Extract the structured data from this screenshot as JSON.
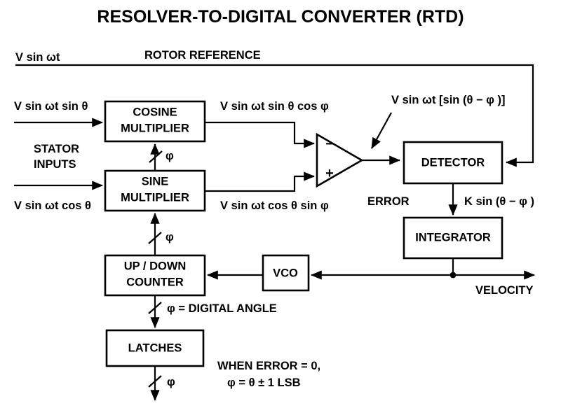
{
  "title": "RESOLVER-TO-DIGITAL CONVERTER (RTD)",
  "blocks": {
    "cosine_multiplier": {
      "line1": "COSINE",
      "line2": "MULTIPLIER"
    },
    "sine_multiplier": {
      "line1": "SINE",
      "line2": "MULTIPLIER"
    },
    "up_down_counter": {
      "line1": "UP / DOWN",
      "line2": "COUNTER"
    },
    "latches": {
      "label": "LATCHES"
    },
    "detector": {
      "label": "DETECTOR"
    },
    "integrator": {
      "label": "INTEGRATOR"
    },
    "vco": {
      "label": "VCO"
    },
    "error_amplifier": {
      "minus": "−",
      "plus": "+"
    }
  },
  "signals": {
    "rotor_input": "V sin ωt",
    "rotor_reference": "ROTOR REFERENCE",
    "stator_input_sin": "V sin ωt sin θ",
    "stator_input_cos": "V sin ωt cos θ",
    "stator_inputs_line1": "STATOR",
    "stator_inputs_line2": "INPUTS",
    "cos_mult_out": "V sin ωt sin θ cos φ",
    "sin_mult_out": "V sin ωt cos θ sin φ",
    "amp_out": "V sin ωt [sin (θ − φ )]",
    "error_label": "ERROR",
    "error_value": "K sin (θ − φ )",
    "velocity": "VELOCITY",
    "phi_cos_bus": "φ",
    "phi_sin_bus": "φ",
    "digital_angle": "φ  = DIGITAL ANGLE",
    "latch_out_bus": "φ",
    "note_line1": "WHEN ERROR = 0,",
    "note_line2": "φ  = θ ± 1 LSB"
  },
  "colors": {
    "background": "#ffffff",
    "stroke": "#000000",
    "text": "#000000"
  }
}
